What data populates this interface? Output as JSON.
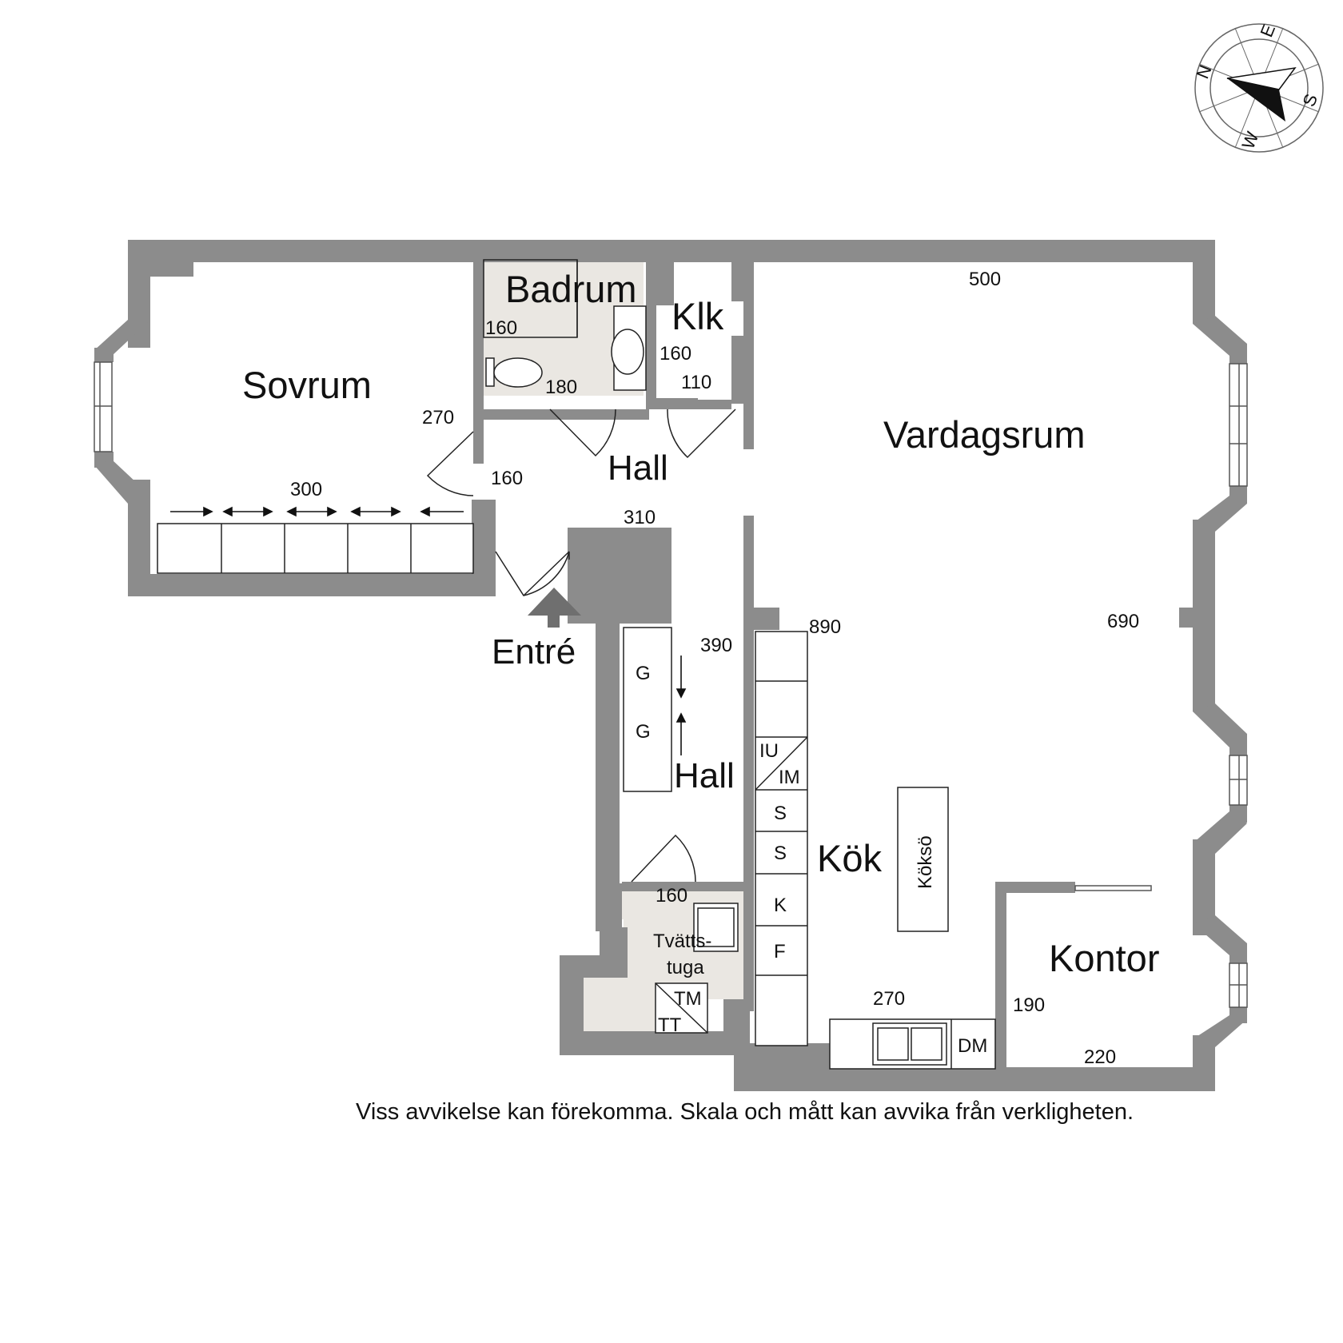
{
  "rooms": {
    "sovrum": "Sovrum",
    "badrum": "Badrum",
    "klk": "Klk",
    "hall_upper": "Hall",
    "hall_lower": "Hall",
    "vardagsrum": "Vardagsrum",
    "kok": "Kök",
    "kontor": "Kontor",
    "tvattstuga_line1": "Tvätts-",
    "tvattstuga_line2": "tuga",
    "entre": "Entré"
  },
  "dimensions": {
    "sovrum_depth": "270",
    "sovrum_width": "300",
    "badrum_a": "160",
    "badrum_b": "180",
    "klk_a": "160",
    "klk_b": "110",
    "hall_upper": "160",
    "hall_width": "310",
    "hall_lower": "390",
    "vardagsrum_width": "500",
    "vardagsrum_depth": "690",
    "kok_length": "890",
    "kok_bottom": "270",
    "tvattstuga": "160",
    "kontor_a": "190",
    "kontor_b": "220"
  },
  "appliances": {
    "garderob_1": "G",
    "garderob_2": "G",
    "iu": "IU",
    "im": "IM",
    "s1": "S",
    "s2": "S",
    "k": "K",
    "f": "F",
    "dm": "DM",
    "tm": "TM",
    "tt": "TT",
    "koksö": "Köksö"
  },
  "compass": {
    "n": "N",
    "e": "E",
    "s": "S",
    "w": "W"
  },
  "disclaimer": "Viss avvikelse kan förekomma. Skala och mått kan avvika från verkligheten.",
  "colors": {
    "wall": "#8c8c8c",
    "wet_room": "#eae7e2",
    "line": "#111111"
  }
}
